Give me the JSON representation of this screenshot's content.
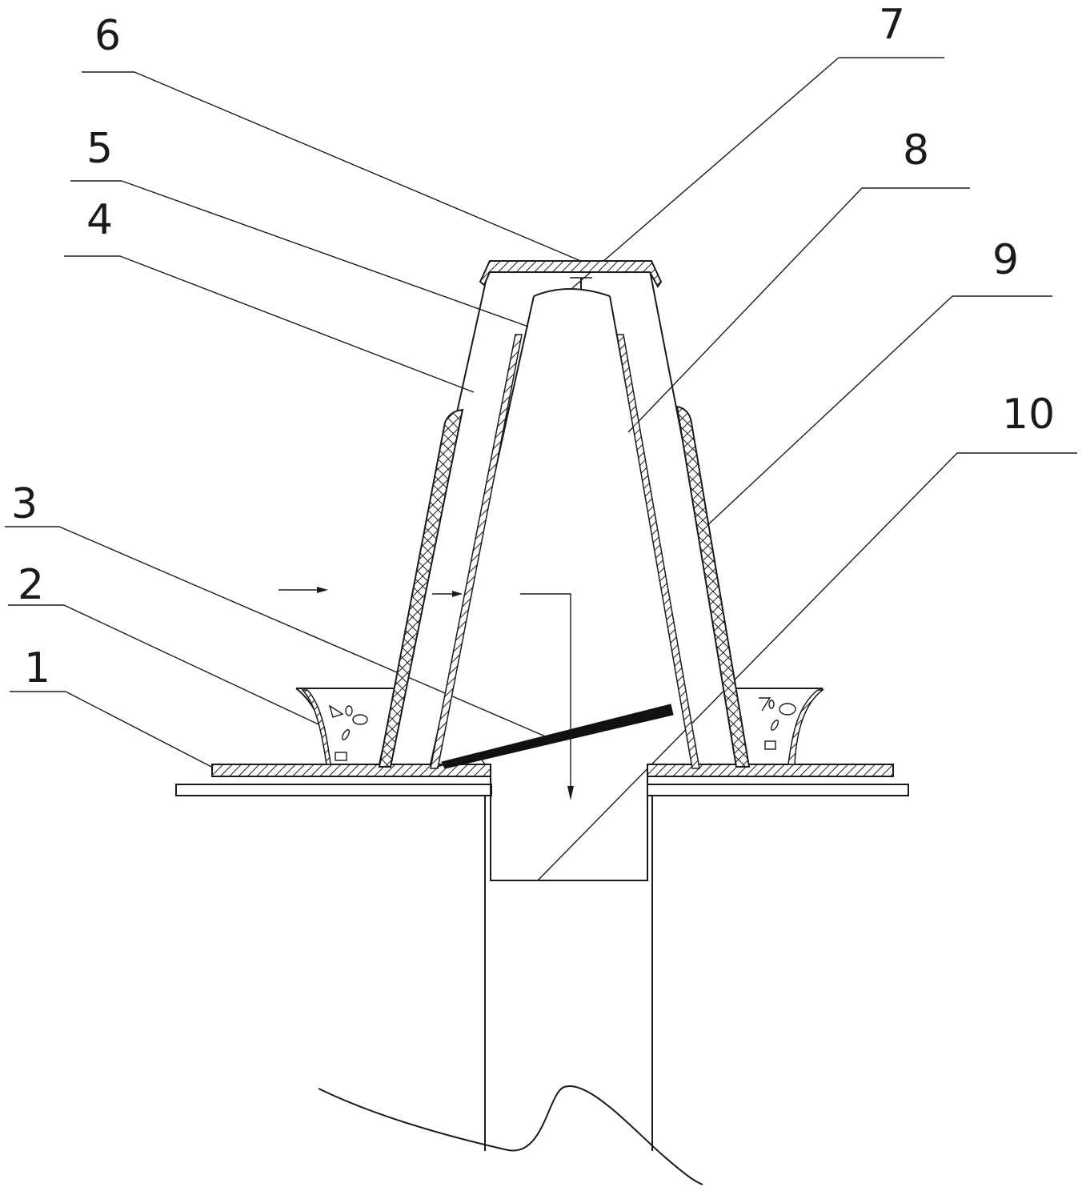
{
  "figure": {
    "labels": [
      {
        "id": "1",
        "text": "1"
      },
      {
        "id": "2",
        "text": "2"
      },
      {
        "id": "3",
        "text": "3"
      },
      {
        "id": "4",
        "text": "4"
      },
      {
        "id": "5",
        "text": "5"
      },
      {
        "id": "6",
        "text": "6"
      },
      {
        "id": "7",
        "text": "7"
      },
      {
        "id": "8",
        "text": "8"
      },
      {
        "id": "9",
        "text": "9"
      },
      {
        "id": "10",
        "text": "10"
      }
    ]
  }
}
